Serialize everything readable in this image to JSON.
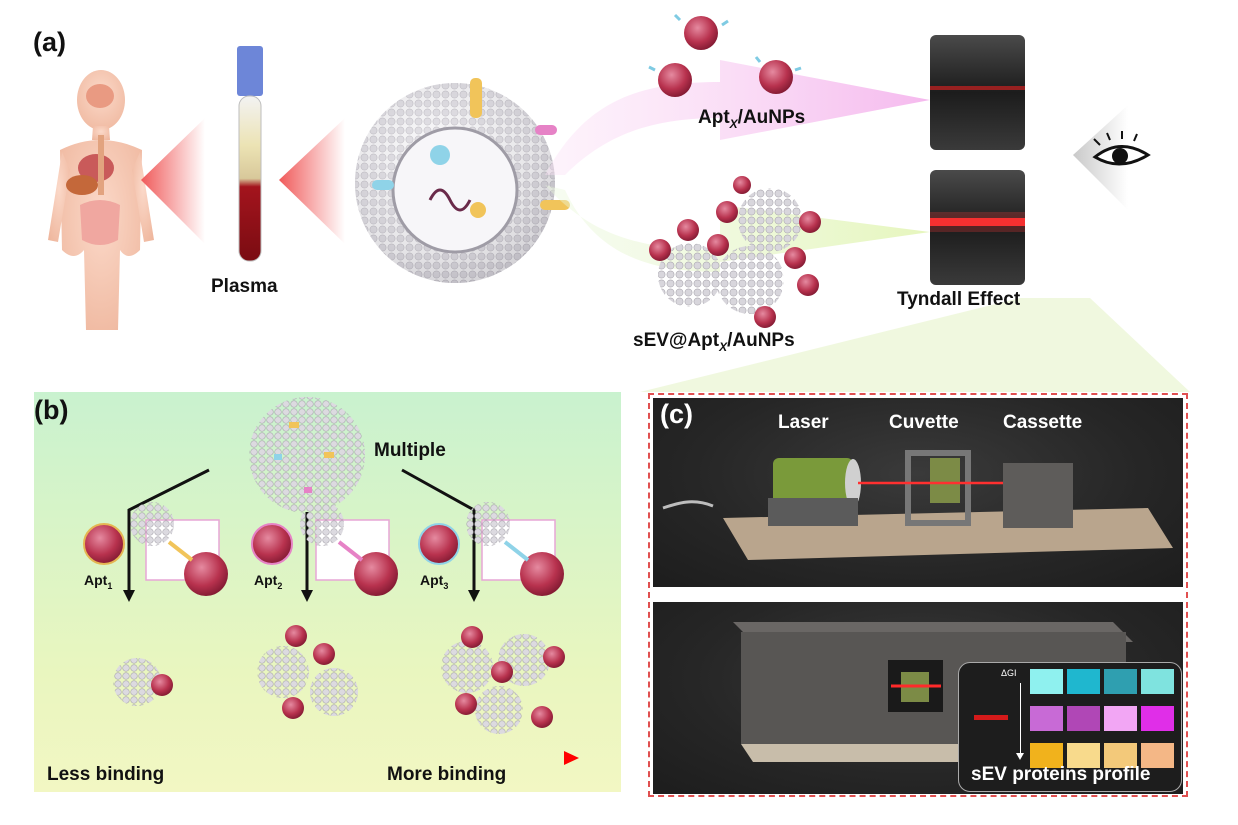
{
  "panel_a": {
    "letter": "(a)",
    "plasma_label": "Plasma",
    "apt_label_prefix": "Apt",
    "apt_label_sub": "X",
    "apt_label_suffix": "/AuNPs",
    "sev_label_prefix": "sEV@Apt",
    "sev_label_sub": "X",
    "sev_label_suffix": "/AuNPs",
    "tyndall_label": "Tyndall Effect"
  },
  "panel_b": {
    "letter": "(b)",
    "multiple_label": "Multiple",
    "apt_labels": [
      {
        "prefix": "Apt",
        "sub": "1"
      },
      {
        "prefix": "Apt",
        "sub": "2"
      },
      {
        "prefix": "Apt",
        "sub": "3"
      }
    ],
    "less_binding": "Less binding",
    "more_binding": "More binding"
  },
  "panel_c": {
    "letter": "(c)",
    "laser_label": "Laser",
    "cuvette_label": "Cuvette",
    "cassette_label": "Cassette",
    "delta_label": "ΔGI",
    "profile_label": "sEV proteins profile",
    "heatmap_colors": [
      [
        "#8ff1ef",
        "#1fb7cf",
        "#2f9fb0",
        "#7fe3df"
      ],
      [
        "#c86ad6",
        "#b047b6",
        "#f2a6f4",
        "#e02ee8"
      ],
      [
        "#f1b21c",
        "#f8da8c",
        "#f3c97a",
        "#f4b786"
      ]
    ]
  },
  "colors": {
    "accent_red": "#e82020",
    "gold_np": "#b8324e",
    "vesicle": "#c9c7cd"
  }
}
